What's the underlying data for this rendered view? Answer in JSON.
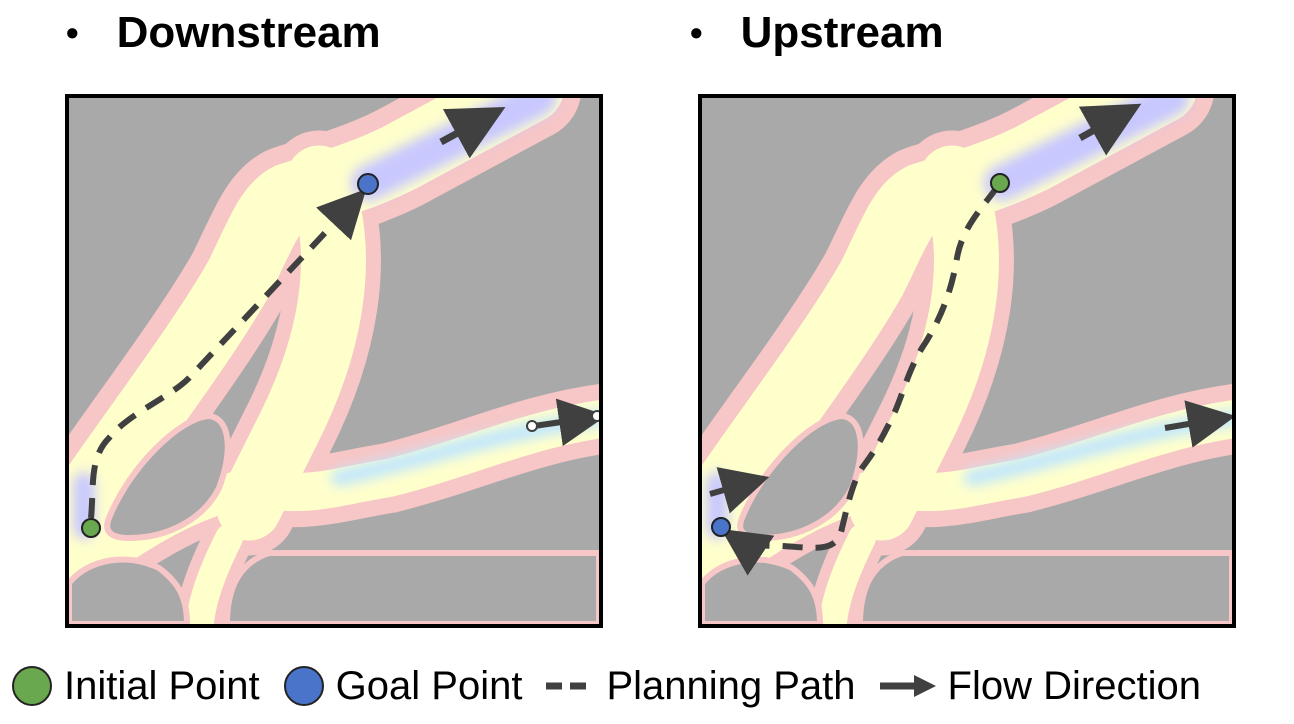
{
  "panels": {
    "left": {
      "title": "Downstream"
    },
    "right": {
      "title": "Upstream"
    }
  },
  "legend": {
    "initial_point": "Initial Point",
    "goal_point": "Goal Point",
    "planning_path": "Planning Path",
    "flow_direction": "Flow Direction"
  },
  "colors": {
    "initial_point": "#6aa84f",
    "goal_point": "#4a74c9",
    "path": "#404040",
    "land": "#a9a9a9",
    "water_core": "#ffffcc",
    "fast_flow": "#c8c8ff"
  }
}
